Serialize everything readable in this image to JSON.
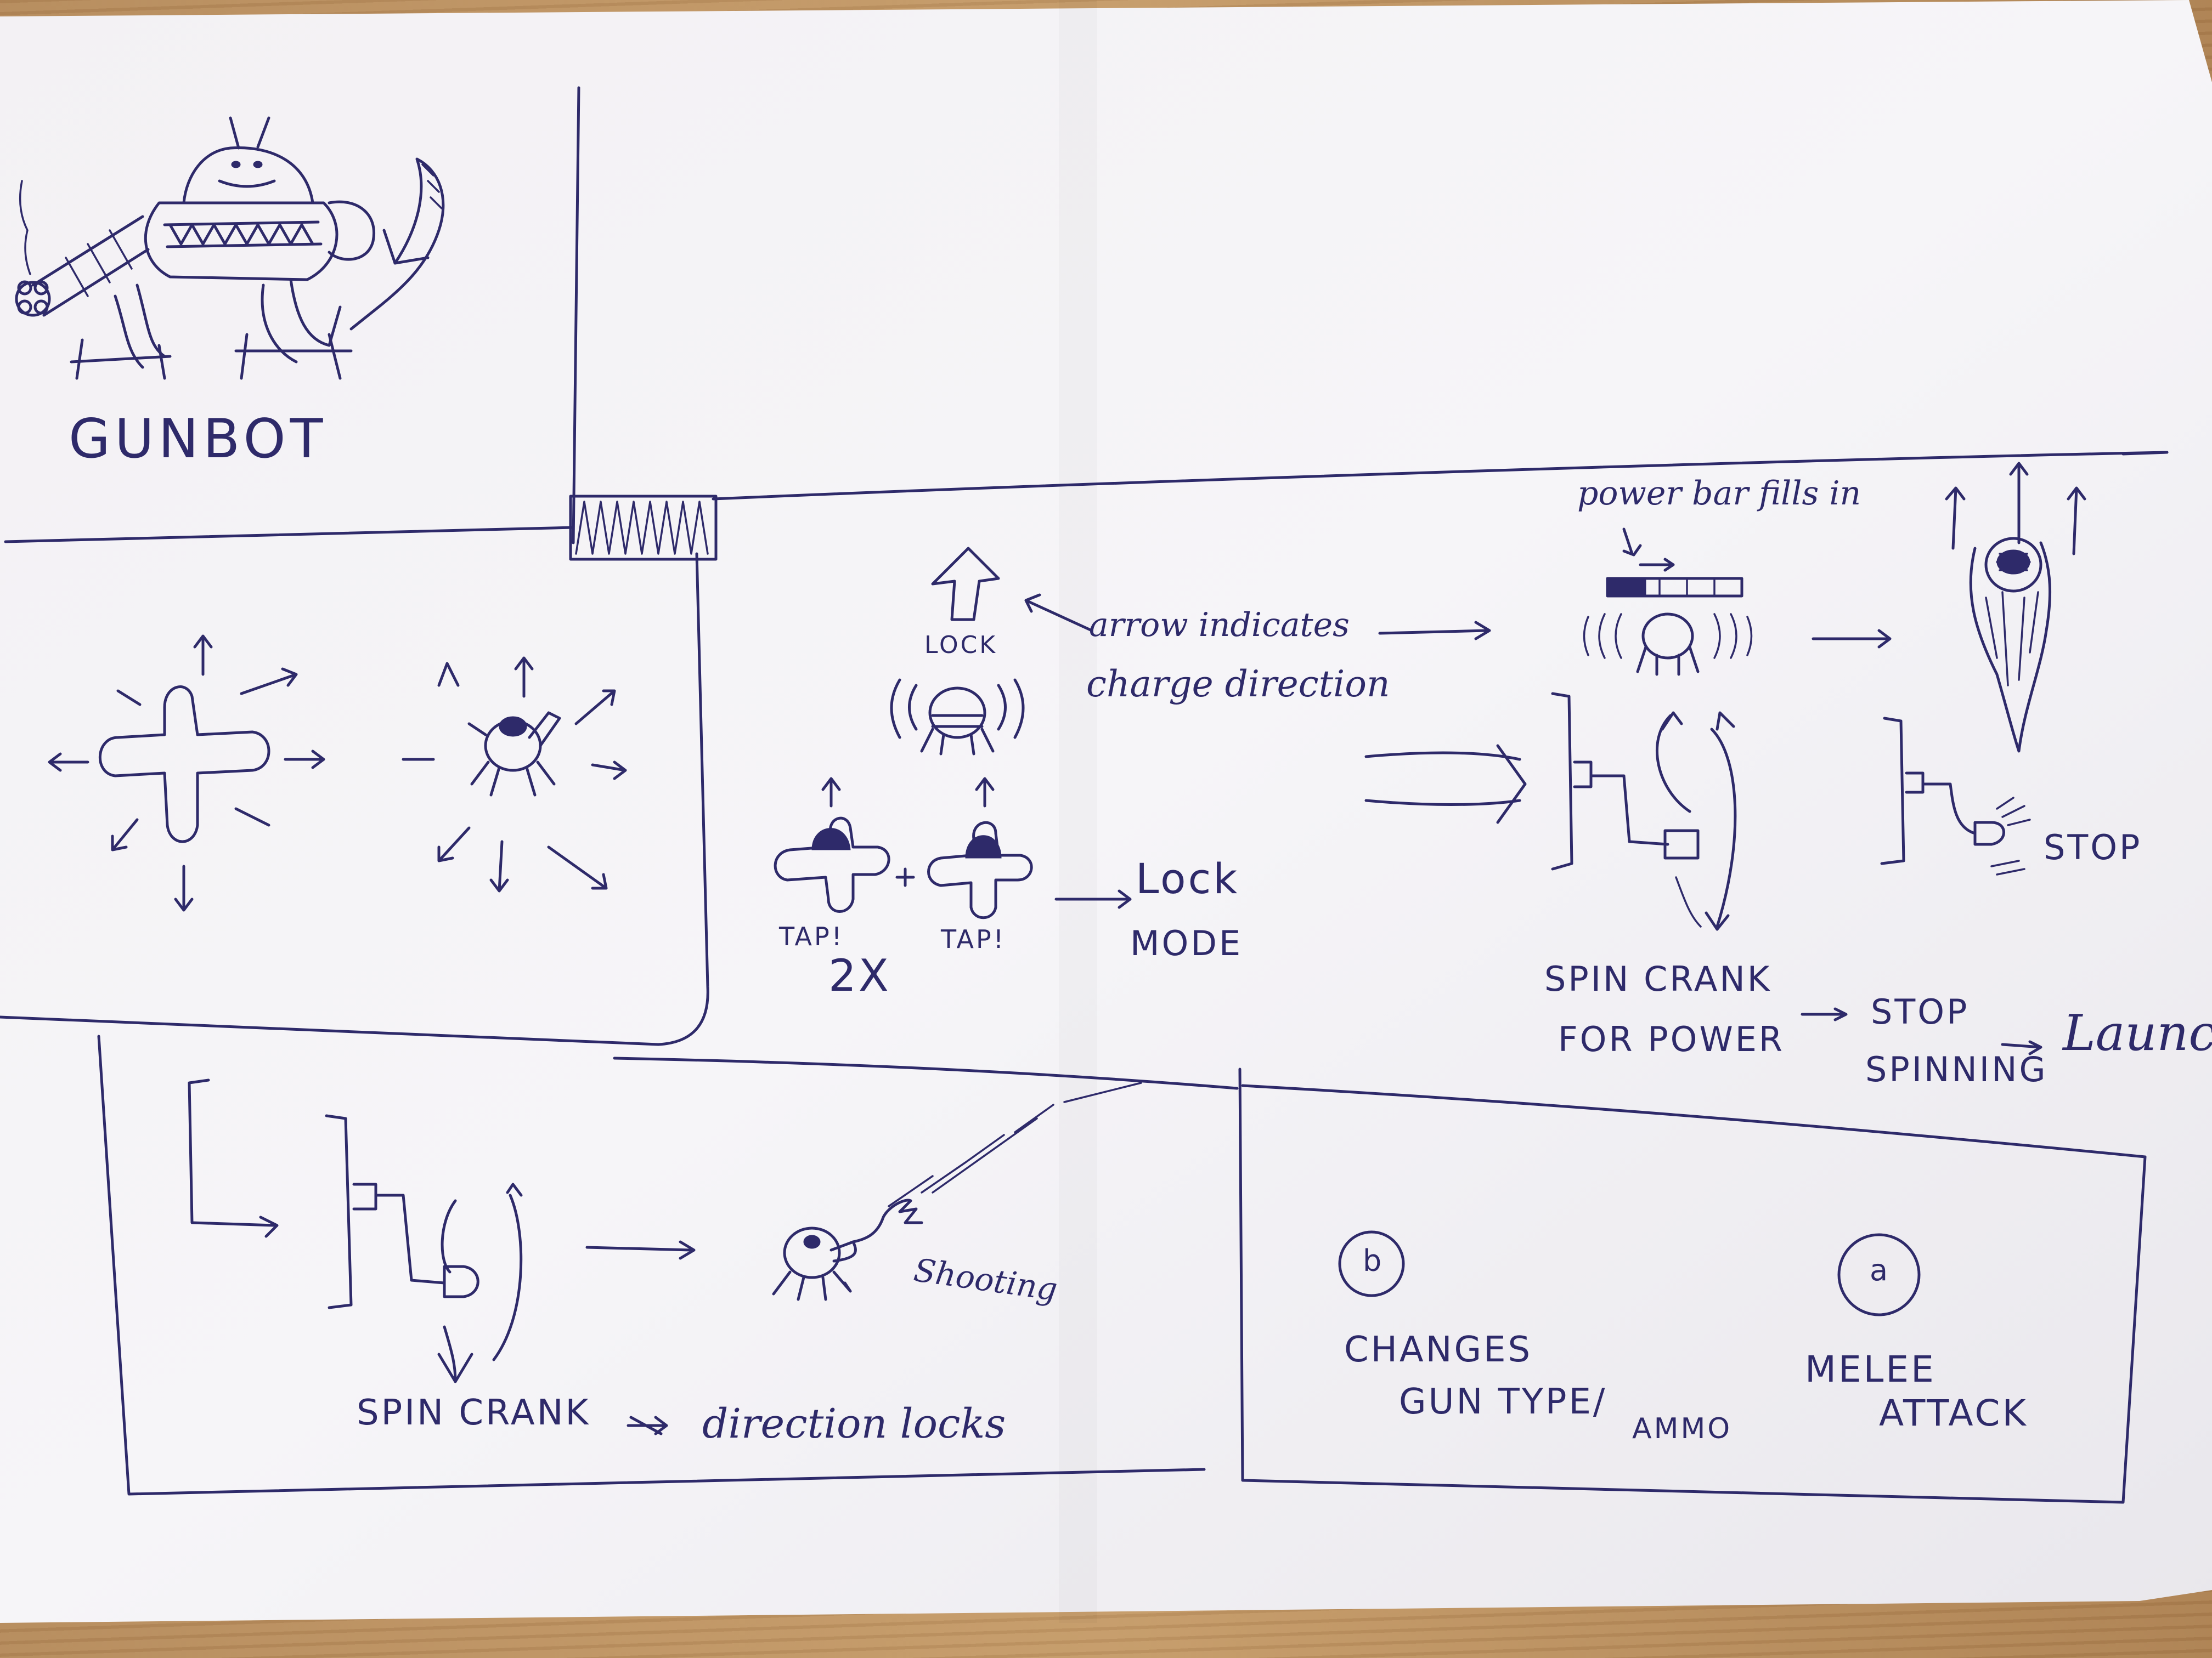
{
  "title": "GUNBOT",
  "lock_mode": {
    "lock_label": "LOCK",
    "arrow_note_line1": "arrow indicates",
    "arrow_note_line2": "charge direction",
    "tap_left": "TAP!",
    "tap_right": "TAP!",
    "tap_count": "2X",
    "mode_line1": "Lock",
    "mode_line2": "MODE"
  },
  "charge_sequence": {
    "power_bar_note": "power bar fills in",
    "stop_label": "STOP",
    "step1_line1": "SPIN CRANK",
    "step1_line2": "FOR POWER",
    "step2_line1": "STOP",
    "step2_line2": "SPINNING",
    "step3": "Launch!"
  },
  "shooting": {
    "shooting_label": "Shooting",
    "crank_label": "SPIN CRANK",
    "result_label": "direction locks"
  },
  "buttons": {
    "b_key": "b",
    "b_line1": "CHANGES",
    "b_line2": "GUN TYPE/",
    "b_line3": "AMMO",
    "a_key": "a",
    "a_line1": "MELEE",
    "a_line2": "ATTACK"
  },
  "colors": {
    "ink": "#2e2a6a",
    "paper": "#f4f2f5",
    "wood": "#b98f5c"
  }
}
